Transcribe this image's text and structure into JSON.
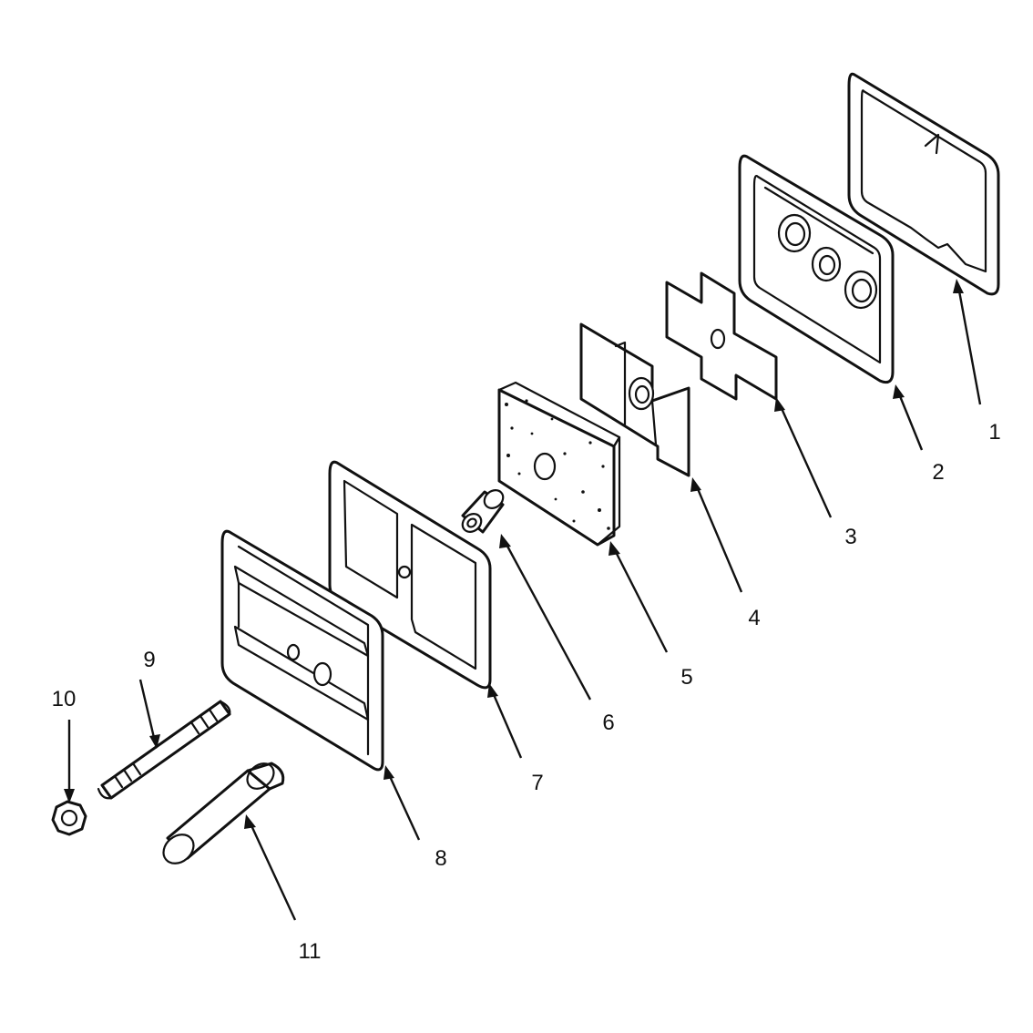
{
  "callouts": {
    "c1": "1",
    "c2": "2",
    "c3": "3",
    "c4": "4",
    "c5": "5",
    "c6": "6",
    "c7": "7",
    "c8": "8",
    "c9": "9",
    "c10": "10",
    "c11": "11"
  },
  "colors": {
    "line": "#111111",
    "background": "#ffffff"
  }
}
